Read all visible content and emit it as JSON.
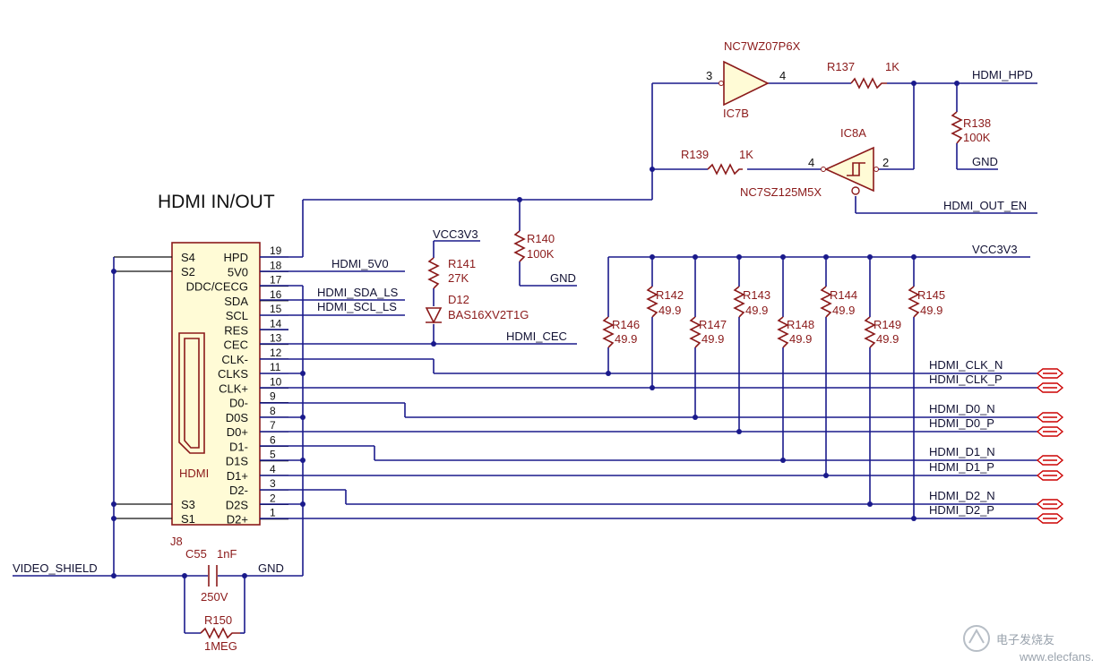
{
  "title": "HDMI IN/OUT",
  "connector": {
    "designator": "J8",
    "name": "HDMI",
    "pins": [
      {
        "num": "19",
        "label": "HPD"
      },
      {
        "num": "18",
        "label": "5V0"
      },
      {
        "num": "17",
        "label": "DDC/CECG"
      },
      {
        "num": "16",
        "label": "SDA"
      },
      {
        "num": "15",
        "label": "SCL"
      },
      {
        "num": "14",
        "label": "RES"
      },
      {
        "num": "13",
        "label": "CEC"
      },
      {
        "num": "12",
        "label": "CLK-"
      },
      {
        "num": "11",
        "label": "CLKS"
      },
      {
        "num": "10",
        "label": "CLK+"
      },
      {
        "num": "9",
        "label": "D0-"
      },
      {
        "num": "8",
        "label": "D0S"
      },
      {
        "num": "7",
        "label": "D0+"
      },
      {
        "num": "6",
        "label": "D1-"
      },
      {
        "num": "5",
        "label": "D1S"
      },
      {
        "num": "4",
        "label": "D1+"
      },
      {
        "num": "3",
        "label": "D2-"
      },
      {
        "num": "2",
        "label": "D2S"
      },
      {
        "num": "1",
        "label": "D2+"
      }
    ],
    "shield_pins": [
      "S4",
      "S2",
      "S3",
      "S1"
    ]
  },
  "nets": {
    "hpd": "HDMI_HPD",
    "gnd": "GND",
    "out_en": "HDMI_OUT_EN",
    "vcc": "VCC3V3",
    "v5": "HDMI_5V0",
    "sda": "HDMI_SDA_LS",
    "scl": "HDMI_SCL_LS",
    "cec": "HDMI_CEC",
    "clk_n": "HDMI_CLK_N",
    "clk_p": "HDMI_CLK_P",
    "d0_n": "HDMI_D0_N",
    "d0_p": "HDMI_D0_P",
    "d1_n": "HDMI_D1_N",
    "d1_p": "HDMI_D1_P",
    "d2_n": "HDMI_D2_N",
    "d2_p": "HDMI_D2_P",
    "shield": "VIDEO_SHIELD"
  },
  "ic7b": {
    "part": "NC7WZ07P6X",
    "ref": "IC7B",
    "pin_in": "3",
    "pin_out": "4"
  },
  "ic8a": {
    "part": "NC7SZ125M5X",
    "ref": "IC8A",
    "pin_in": "4",
    "pin_out": "2"
  },
  "r137": {
    "ref": "R137",
    "value": "1K"
  },
  "r138": {
    "ref": "R138",
    "value": "100K"
  },
  "r139": {
    "ref": "R139",
    "value": "1K"
  },
  "r140": {
    "ref": "R140",
    "value": "100K"
  },
  "r141": {
    "ref": "R141",
    "value": "27K"
  },
  "d12": {
    "ref": "D12",
    "part": "BAS16XV2T1G"
  },
  "r142": {
    "ref": "R142",
    "value": "49.9"
  },
  "r143": {
    "ref": "R143",
    "value": "49.9"
  },
  "r144": {
    "ref": "R144",
    "value": "49.9"
  },
  "r145": {
    "ref": "R145",
    "value": "49.9"
  },
  "r146": {
    "ref": "R146",
    "value": "49.9"
  },
  "r147": {
    "ref": "R147",
    "value": "49.9"
  },
  "r148": {
    "ref": "R148",
    "value": "49.9"
  },
  "r149": {
    "ref": "R149",
    "value": "49.9"
  },
  "c55": {
    "ref": "C55",
    "value": "1nF",
    "voltage": "250V"
  },
  "r150": {
    "ref": "R150",
    "value": "1MEG"
  },
  "watermark": "电子发烧友",
  "watermark_url": "www.elecfans.com"
}
